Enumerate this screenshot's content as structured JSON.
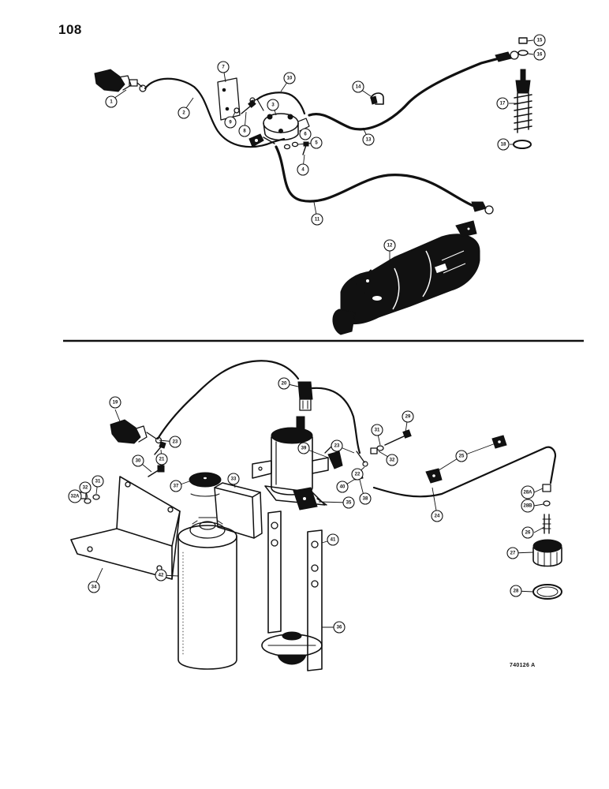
{
  "page": {
    "number": "108",
    "figure_code": "740126 A"
  },
  "callouts": [
    {
      "id": "c1",
      "label": "1"
    },
    {
      "id": "c2",
      "label": "2"
    },
    {
      "id": "c3",
      "label": "3"
    },
    {
      "id": "c4",
      "label": "4"
    },
    {
      "id": "c5",
      "label": "5"
    },
    {
      "id": "c6",
      "label": "6"
    },
    {
      "id": "c7",
      "label": "7"
    },
    {
      "id": "c8",
      "label": "8"
    },
    {
      "id": "c9",
      "label": "9"
    },
    {
      "id": "c10",
      "label": "10"
    },
    {
      "id": "c11",
      "label": "11"
    },
    {
      "id": "c12",
      "label": "12"
    },
    {
      "id": "c13",
      "label": "13"
    },
    {
      "id": "c14",
      "label": "14"
    },
    {
      "id": "c15",
      "label": "15"
    },
    {
      "id": "c16",
      "label": "16"
    },
    {
      "id": "c17",
      "label": "17"
    },
    {
      "id": "c18",
      "label": "18"
    },
    {
      "id": "c19",
      "label": "19"
    },
    {
      "id": "c20",
      "label": "20"
    },
    {
      "id": "c21",
      "label": "21"
    },
    {
      "id": "c22",
      "label": "22"
    },
    {
      "id": "c23a",
      "label": "23"
    },
    {
      "id": "c23b",
      "label": "23"
    },
    {
      "id": "c24",
      "label": "24"
    },
    {
      "id": "c25",
      "label": "25"
    },
    {
      "id": "c26",
      "label": "26"
    },
    {
      "id": "c27",
      "label": "27"
    },
    {
      "id": "c28",
      "label": "28"
    },
    {
      "id": "c28a",
      "label": "28A"
    },
    {
      "id": "c28b",
      "label": "28B"
    },
    {
      "id": "c29",
      "label": "29"
    },
    {
      "id": "c30",
      "label": "30"
    },
    {
      "id": "c31a",
      "label": "31"
    },
    {
      "id": "c31b",
      "label": "31"
    },
    {
      "id": "c32a",
      "label": "32"
    },
    {
      "id": "c32b",
      "label": "32"
    },
    {
      "id": "c32c",
      "label": "32A"
    },
    {
      "id": "c33",
      "label": "33"
    },
    {
      "id": "c34",
      "label": "34"
    },
    {
      "id": "c35",
      "label": "35"
    },
    {
      "id": "c36",
      "label": "36"
    },
    {
      "id": "c37",
      "label": "37"
    },
    {
      "id": "c38",
      "label": "38"
    },
    {
      "id": "c39",
      "label": "39"
    },
    {
      "id": "c40",
      "label": "40"
    },
    {
      "id": "c41",
      "label": "41"
    },
    {
      "id": "c42",
      "label": "42"
    }
  ]
}
